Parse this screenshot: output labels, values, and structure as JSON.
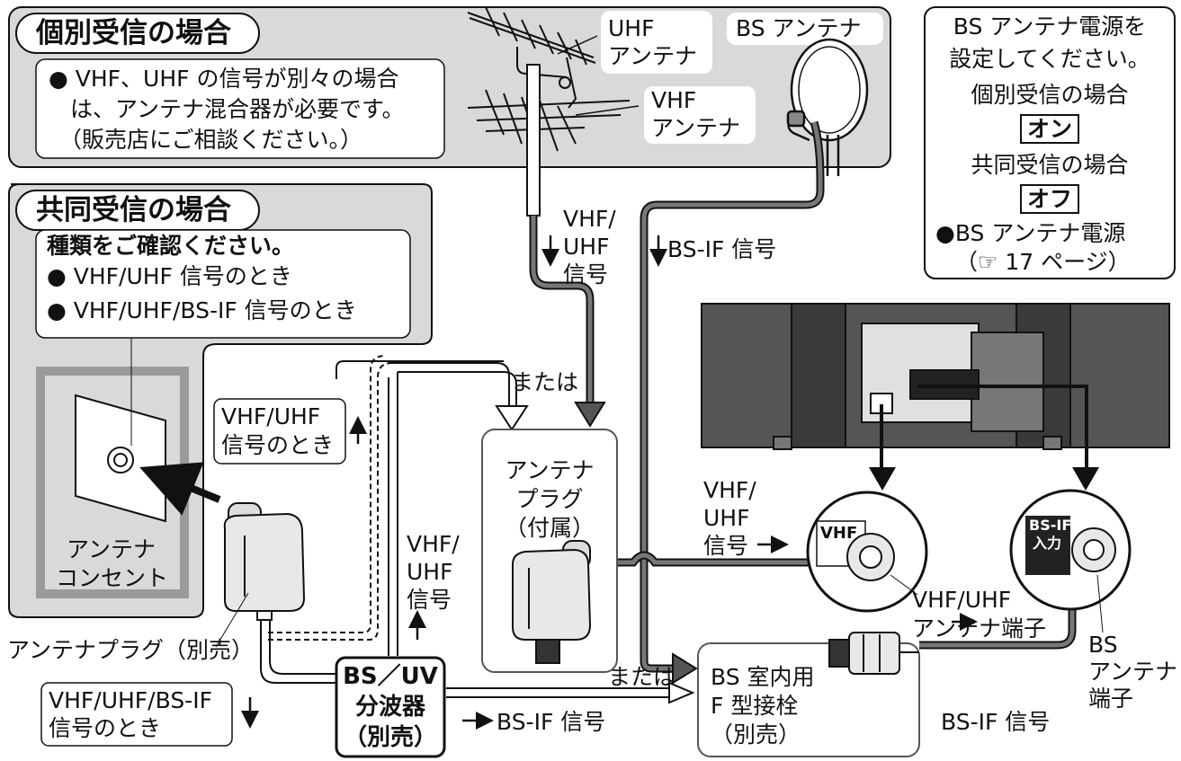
{
  "individual": {
    "heading": "個別受信の場合",
    "note_line1": "● VHF、UHF の信号が別々の場合",
    "note_line2": "は、アンテナ混合器が必要です。",
    "note_line3": "（販売店にご相談ください。）"
  },
  "antennas": {
    "uhf_line1": "UHF",
    "uhf_line2": "アンテナ",
    "vhf_line1": "VHF",
    "vhf_line2": "アンテナ",
    "bs": "BS アンテナ"
  },
  "bs_power_note": {
    "line1": "BS アンテナ電源を",
    "line2": "設定してください。",
    "individual_label": "個別受信の場合",
    "individual_value": "オン",
    "shared_label": "共同受信の場合",
    "shared_value": "オフ",
    "ref_line1": "●BS アンテナ電源",
    "ref_line2": "（☞ 17 ページ）"
  },
  "shared": {
    "heading": "共同受信の場合",
    "confirm": "種類をご確認ください。",
    "option1": "● VHF/UHF 信号のとき",
    "option2": "● VHF/UHF/BS-IF 信号のとき"
  },
  "signals": {
    "vhf_uhf_top_1": "VHF/",
    "vhf_uhf_top_2": "UHF",
    "vhf_uhf_top_3": "信号",
    "bsif_top": "BS-IF 信号",
    "vhf_uhf_when_1": "VHF/UHF",
    "vhf_uhf_when_2": "信号のとき",
    "or_top": "または",
    "vhf_uhf_mid_1": "VHF/",
    "vhf_uhf_mid_2": "UHF",
    "vhf_uhf_mid_3": "信号",
    "vhf_uhf_right_1": "VHF/",
    "vhf_uhf_right_2": "UHF",
    "vhf_uhf_right_3": "信号",
    "all_when_1": "VHF/UHF/BS-IF",
    "all_when_2": "信号のとき",
    "or_bottom": "または",
    "bsif_bottom": "BS-IF 信号",
    "bsif_right": "BS-IF 信号"
  },
  "parts": {
    "outlet_1": "アンテナ",
    "outlet_2": "コンセント",
    "plug_sold_sep": "アンテナプラグ（別売）",
    "plug_incl_1": "アンテナ",
    "plug_incl_2": "プラグ",
    "plug_incl_3": "（付属）",
    "splitter_1": "BS／UV",
    "splitter_2": "分波器",
    "splitter_3": "（別売）",
    "fconn_1": "BS 室内用",
    "fconn_2": "F 型接栓",
    "fconn_3": "（別売）",
    "vhf_terminal_1": "VHF/UHF",
    "vhf_terminal_2": "アンテナ端子",
    "bs_terminal_1": "BS",
    "bs_terminal_2": "アンテナ",
    "bs_terminal_3": "端子",
    "vhf_jack_label": "VHF",
    "bs_jack_label_1": "BS-IF",
    "bs_jack_label_2": "入力"
  }
}
